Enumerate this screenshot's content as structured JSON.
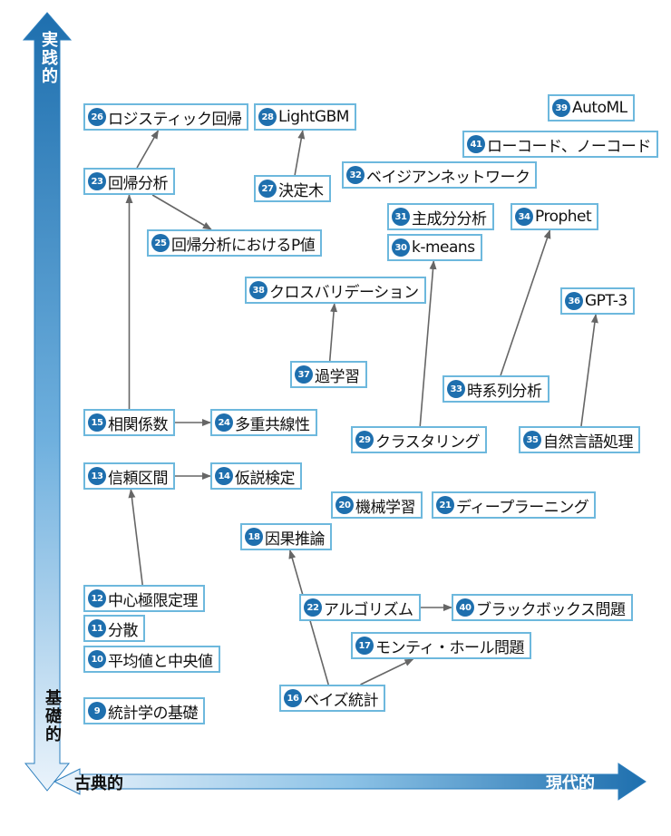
{
  "axes": {
    "y_top_label": "実践的",
    "y_bottom_label": "基礎的",
    "x_left_label": "古典的",
    "x_right_label": "現代的"
  },
  "colors": {
    "axis_dark": "#1e6fae",
    "axis_light": "#e8f2fa",
    "node_border": "#6db8dd",
    "badge": "#1e6fae",
    "arrow": "#666666"
  },
  "nodes": [
    {
      "id": "n9",
      "num": "9",
      "label": "統計学の基礎"
    },
    {
      "id": "n10",
      "num": "10",
      "label": "平均値と中央値"
    },
    {
      "id": "n11",
      "num": "11",
      "label": "分散"
    },
    {
      "id": "n12",
      "num": "12",
      "label": "中心極限定理"
    },
    {
      "id": "n13",
      "num": "13",
      "label": "信頼区間"
    },
    {
      "id": "n14",
      "num": "14",
      "label": "仮説検定"
    },
    {
      "id": "n15",
      "num": "15",
      "label": "相関係数"
    },
    {
      "id": "n16",
      "num": "16",
      "label": "ベイズ統計"
    },
    {
      "id": "n17",
      "num": "17",
      "label": "モンティ・ホール問題"
    },
    {
      "id": "n18",
      "num": "18",
      "label": "因果推論"
    },
    {
      "id": "n20",
      "num": "20",
      "label": "機械学習"
    },
    {
      "id": "n21",
      "num": "21",
      "label": "ディープラーニング"
    },
    {
      "id": "n22",
      "num": "22",
      "label": "アルゴリズム"
    },
    {
      "id": "n23",
      "num": "23",
      "label": "回帰分析"
    },
    {
      "id": "n24",
      "num": "24",
      "label": "多重共線性"
    },
    {
      "id": "n25",
      "num": "25",
      "label": "回帰分析におけるP値"
    },
    {
      "id": "n26",
      "num": "26",
      "label": "ロジスティック回帰"
    },
    {
      "id": "n27",
      "num": "27",
      "label": "決定木"
    },
    {
      "id": "n28",
      "num": "28",
      "label": "LightGBM"
    },
    {
      "id": "n29",
      "num": "29",
      "label": "クラスタリング"
    },
    {
      "id": "n30",
      "num": "30",
      "label": "k-means"
    },
    {
      "id": "n31",
      "num": "31",
      "label": "主成分分析"
    },
    {
      "id": "n32",
      "num": "32",
      "label": "ベイジアンネットワーク"
    },
    {
      "id": "n33",
      "num": "33",
      "label": "時系列分析"
    },
    {
      "id": "n34",
      "num": "34",
      "label": "Prophet"
    },
    {
      "id": "n35",
      "num": "35",
      "label": "自然言語処理"
    },
    {
      "id": "n36",
      "num": "36",
      "label": "GPT-3"
    },
    {
      "id": "n37",
      "num": "37",
      "label": "過学習"
    },
    {
      "id": "n38",
      "num": "38",
      "label": "クロスバリデーション"
    },
    {
      "id": "n39",
      "num": "39",
      "label": "AutoML"
    },
    {
      "id": "n40",
      "num": "40",
      "label": "ブラックボックス問題"
    },
    {
      "id": "n41",
      "num": "41",
      "label": "ローコード、ノーコード"
    }
  ],
  "edges": [
    {
      "from": "n12",
      "to": "n13"
    },
    {
      "from": "n13",
      "to": "n14"
    },
    {
      "from": "n15",
      "to": "n24"
    },
    {
      "from": "n15",
      "to": "n23"
    },
    {
      "from": "n23",
      "to": "n26"
    },
    {
      "from": "n23",
      "to": "n25"
    },
    {
      "from": "n27",
      "to": "n28"
    },
    {
      "from": "n37",
      "to": "n38"
    },
    {
      "from": "n29",
      "to": "n30"
    },
    {
      "from": "n33",
      "to": "n34"
    },
    {
      "from": "n35",
      "to": "n36"
    },
    {
      "from": "n16",
      "to": "n18"
    },
    {
      "from": "n16",
      "to": "n17"
    },
    {
      "from": "n22",
      "to": "n40"
    }
  ]
}
